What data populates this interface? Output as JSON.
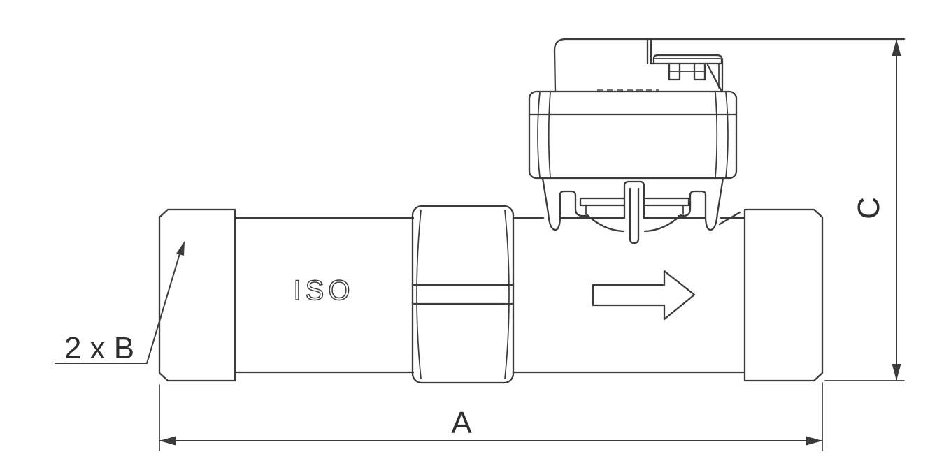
{
  "drawing": {
    "kind": "valve-with-actuator-dimensional-drawing",
    "flow_direction": "right",
    "colors": {
      "line": "#3b3b3b",
      "background": "#ffffff",
      "label_text": "#2e2e2e"
    }
  },
  "labels": {
    "body_marking": "ISO",
    "dim_length": "A",
    "dim_height": "C",
    "ports_callout": "2 x B"
  }
}
